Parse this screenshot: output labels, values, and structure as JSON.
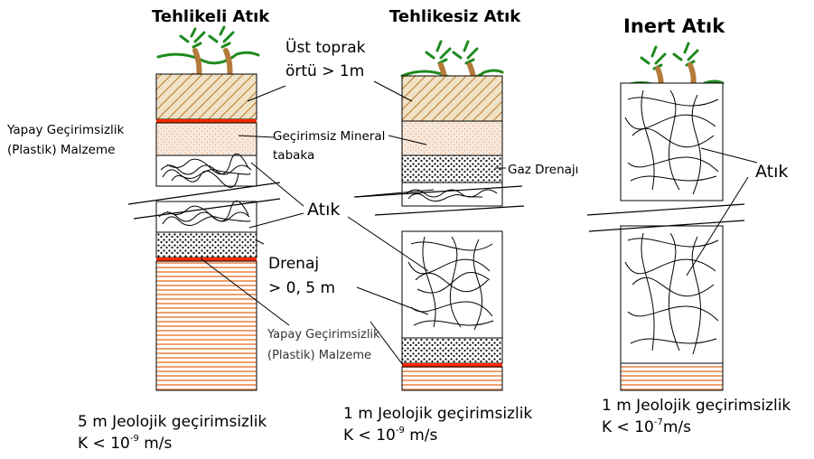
{
  "titles": {
    "hazardous": "Tehlikeli Atık",
    "non_hazardous": "Tehlikesiz Atık",
    "inert": "Inert  Atık"
  },
  "labels": {
    "top_soil_line1": "Üst toprak",
    "top_soil_line2": "örtü > 1m",
    "liner_left_line1": "Yapay Geçirimsizlik",
    "liner_left_line2": "(Plastik) Malzeme",
    "mineral_line1": "Geçirimsiz Mineral",
    "mineral_line2": "tabaka",
    "gas_drainage": "Gaz Drenajı",
    "waste_center": "Atık",
    "waste_right": "Atık",
    "drainage_line1": "Drenaj",
    "drainage_line2": "> 0, 5 m",
    "liner_bottom_line1": "Yapay Geçirimsizlik",
    "liner_bottom_line2": "(Plastik) Malzeme"
  },
  "notes": {
    "hazardous": {
      "line1": "5 m Jeolojik geçirimsizlik",
      "k_prefix": "K < 10",
      "k_exp": "-9",
      "k_unit": " m/s"
    },
    "non_hazardous": {
      "line1": "1 m Jeolojik geçirimsizlik",
      "k_prefix": "K < 10",
      "k_exp": "-9",
      "k_unit": " m/s"
    },
    "inert": {
      "line1": "1 m Jeolojik geçirimsizlik",
      "k_prefix": "K < 10",
      "k_exp": "-7",
      "k_unit": "m/s"
    }
  },
  "colors": {
    "soil_stripe": "#b87a2a",
    "soil_bg": "#efe2c6",
    "mineral_bg": "#f8e8dc",
    "mineral_dot": "#e0a070",
    "liner_red": "#ff2a00",
    "geology_stripe": "#f0a070",
    "plant_green": "#1f8a1f",
    "root_brown": "#b47a3a",
    "outline": "#000000"
  },
  "icons": [
    "plant-icon",
    "waste-scribble-icon",
    "gravel-dots-icon"
  ]
}
